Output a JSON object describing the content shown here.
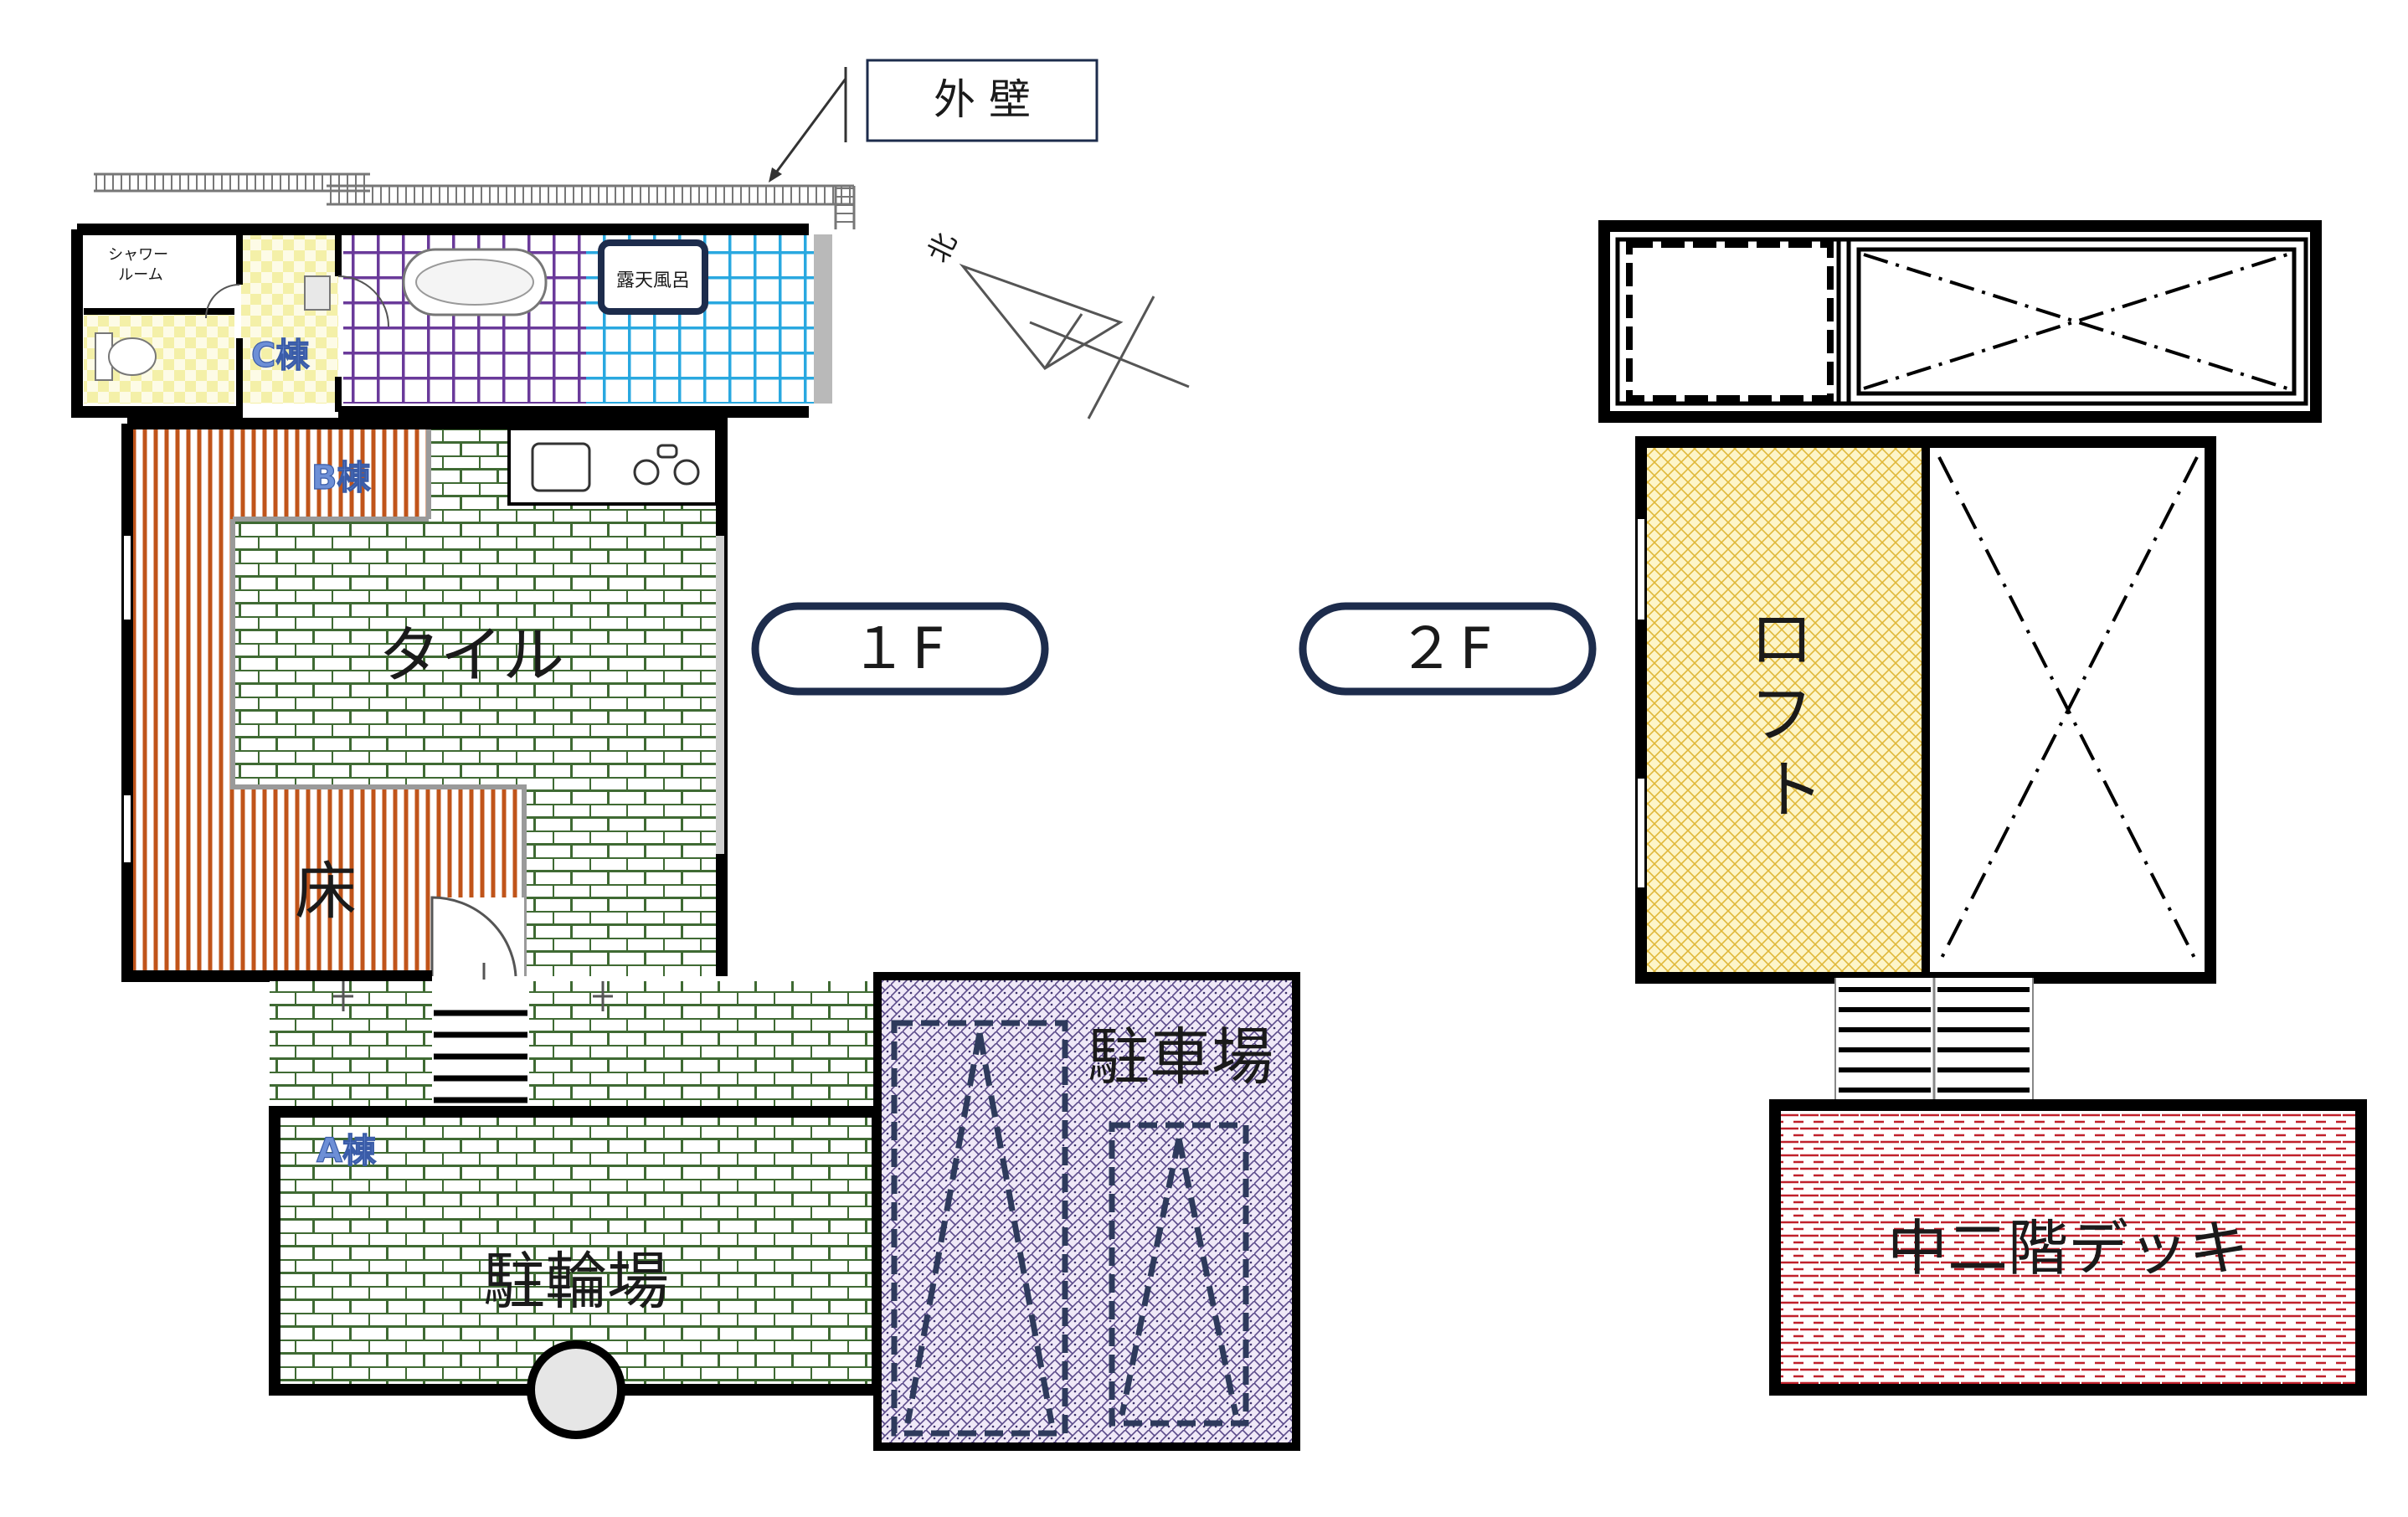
{
  "callout": {
    "exterior_wall": "外 壁"
  },
  "compass": {
    "north": "北"
  },
  "floor_tags": {
    "first": "１F",
    "second": "２F"
  },
  "building_tags": {
    "a": "A棟",
    "b": "B棟",
    "c": "C棟"
  },
  "rooms_1f": {
    "shower": "シャワー\nルーム",
    "open_bath": "露天風呂",
    "tile": "タイル",
    "floor": "床",
    "parking": "駐車場",
    "bicycle_parking": "駐輪場"
  },
  "rooms_2f": {
    "loft": "ロフト",
    "mezzanine_deck": "中二階デッキ"
  },
  "colors": {
    "tile_green": "#3f6a33",
    "wood_orange": "#c0541a",
    "bath_purple": "#6a3a9a",
    "bath_blue": "#29a8e0",
    "loft_yellow": "#e6c240",
    "parking_purple": "#5a4a8a",
    "deck_red": "#c0202a",
    "label_blue": "#4a6fc0",
    "pill_navy": "#1d2c4c"
  }
}
